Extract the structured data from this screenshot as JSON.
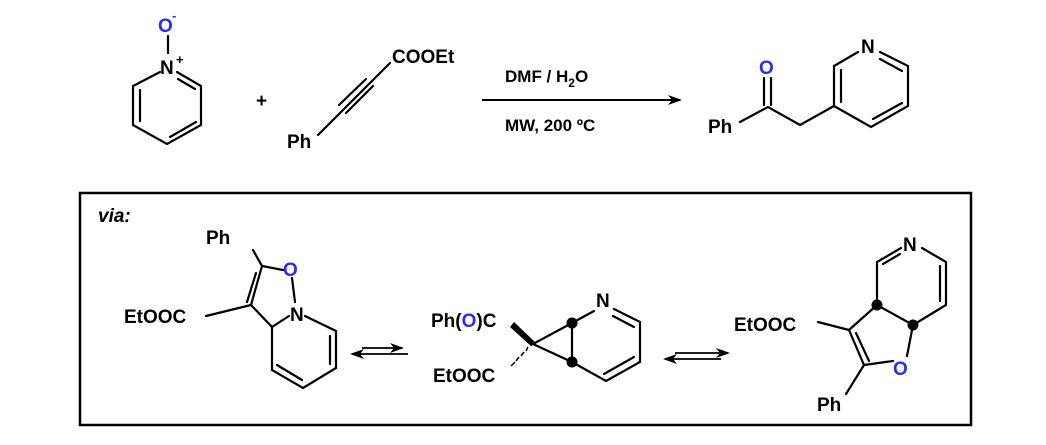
{
  "scheme": {
    "reactants": [
      {
        "name": "pyridine N-oxide",
        "labels": {
          "oxygen": "O",
          "oxygen_charge": "-",
          "nitrogen": "N",
          "nitrogen_charge": "+"
        }
      },
      {
        "name": "ethyl phenylpropiolate",
        "labels": {
          "ester": "COOEt",
          "aryl": "Ph"
        }
      }
    ],
    "plus_sign": "+",
    "conditions": {
      "above": {
        "text": "DMF / H",
        "subscript": "2",
        "tail": "O"
      },
      "below": "MW, 200 ºC"
    },
    "product": {
      "name": "1-phenyl-2-(pyridin-3-yl)ethanone",
      "labels": {
        "oxygen": "O",
        "aryl": "Ph",
        "nitrogen": "N"
      }
    },
    "highlight_color": "#2b2bef"
  },
  "mechanism_box": {
    "heading": "via:",
    "intermediates": [
      {
        "name": "isoxazolo-pyridine intermediate",
        "labels": {
          "aryl": "Ph",
          "oxygen": "O",
          "nitrogen": "N",
          "ester": "EtOOC"
        }
      },
      {
        "name": "cyclopropane intermediate",
        "labels": {
          "acyl_prefix": "Ph(",
          "oxygen": "O",
          "acyl_suffix": ")C",
          "ester": "EtOOC",
          "nitrogen": "N"
        }
      },
      {
        "name": "furo-pyridine intermediate",
        "labels": {
          "ester": "EtOOC",
          "nitrogen": "N",
          "oxygen": "O",
          "aryl": "Ph"
        }
      }
    ],
    "equilibrium_arrows": 2
  }
}
